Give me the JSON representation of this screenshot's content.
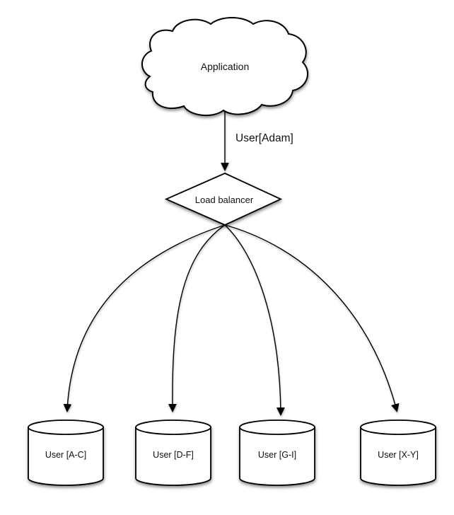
{
  "diagram": {
    "type": "flow-diagram",
    "description": "Application sharding via load balancer to user databases",
    "nodes": {
      "application": {
        "label": "Application",
        "shape": "cloud"
      },
      "load_balancer": {
        "label": "Load balancer",
        "shape": "diamond"
      },
      "shards": [
        {
          "label": "User [A-C]",
          "shape": "cylinder"
        },
        {
          "label": "User [D-F]",
          "shape": "cylinder"
        },
        {
          "label": "User [G-I]",
          "shape": "cylinder"
        },
        {
          "label": "User [X-Y]",
          "shape": "cylinder"
        }
      ]
    },
    "edges": {
      "app_to_lb": {
        "label": "User[Adam]",
        "from": "application",
        "to": "load_balancer"
      },
      "lb_to_shard_1": {
        "label": "",
        "from": "load_balancer",
        "to": "shard-1"
      },
      "lb_to_shard_2": {
        "label": "",
        "from": "load_balancer",
        "to": "shard-2"
      },
      "lb_to_shard_3": {
        "label": "",
        "from": "load_balancer",
        "to": "shard-3"
      },
      "lb_to_shard_4": {
        "label": "",
        "from": "load_balancer",
        "to": "shard-4"
      }
    },
    "colors": {
      "background": "#ffffff",
      "shape_fill": "#ffffff",
      "stroke": "#000000",
      "text": "#111111"
    }
  }
}
